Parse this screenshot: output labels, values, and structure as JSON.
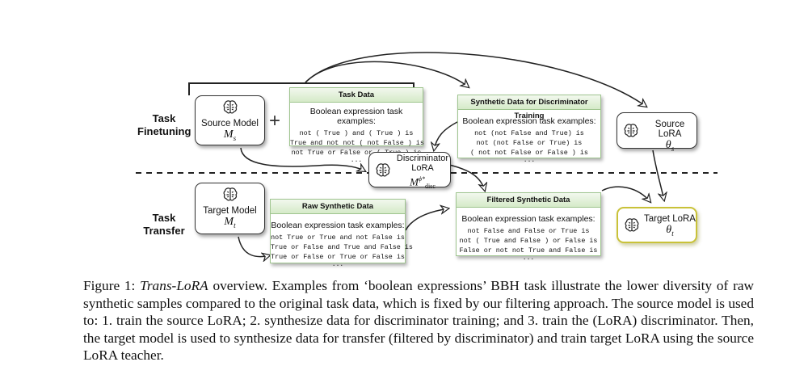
{
  "rows": {
    "finetuning": {
      "line1": "Task",
      "line2": "Finetuning"
    },
    "transfer": {
      "line1": "Task",
      "line2": "Transfer"
    }
  },
  "models": {
    "source": {
      "label": "Source Model",
      "symbol": "M",
      "sub": "s",
      "icon": "brain-icon"
    },
    "target": {
      "label": "Target Model",
      "symbol": "M",
      "sub": "t",
      "icon": "brain-icon"
    },
    "discriminator": {
      "line1": "Discriminator",
      "line2": "LoRA",
      "symbol": "M",
      "sup": "ϕ*",
      "sub": "disc",
      "icon": "brain-icon"
    }
  },
  "loras": {
    "source": {
      "label": "Source LoRA",
      "symbol": "θ",
      "sub": "s",
      "icon": "brain-icon"
    },
    "target": {
      "label": "Target LoRA",
      "symbol": "θ",
      "sub": "t",
      "icon": "brain-icon"
    }
  },
  "plus_sign": "+",
  "data_boxes": {
    "task_data": {
      "title": "Task Data",
      "intro": "Boolean expression task examples:",
      "lines": [
        "not ( True ) and ( True ) is",
        "True and not not ( not False ) is",
        "not True or False or ( True ) is"
      ],
      "ellipsis": "..."
    },
    "synthetic_disc": {
      "title": "Synthetic Data for Discriminator Training",
      "intro": "Boolean expression task examples:",
      "lines": [
        "not (not False and True) is",
        "not (not False or True) is",
        "( not not False or False ) is"
      ],
      "ellipsis": "..."
    },
    "raw_synthetic": {
      "title": "Raw Synthetic Data",
      "intro": "Boolean expression task examples:",
      "lines": [
        "not True or True and not False is",
        "True or False and True and False is",
        "True or False or True or False is"
      ],
      "ellipsis": "..."
    },
    "filtered_synthetic": {
      "title": "Filtered Synthetic Data",
      "intro": "Boolean expression task examples:",
      "lines": [
        "not False and False or True is",
        "not ( True and False ) or False is",
        "False or not not True and False is"
      ],
      "ellipsis": "..."
    }
  },
  "caption": {
    "prefix": "Figure 1: ",
    "title": "Trans-LoRA",
    "text": " overview. Examples from ‘boolean expressions’ BBH task illustrate the lower diversity of raw synthetic samples compared to the original task data, which is fixed by our filtering approach. The source model is used to: 1. train the source LoRA; 2. synthesize data for discriminator training; and 3. train the (LoRA) discriminator. Then, the target model is used to synthesize data for transfer (filtered by discriminator) and train target LoRA using the source LoRA teacher."
  }
}
